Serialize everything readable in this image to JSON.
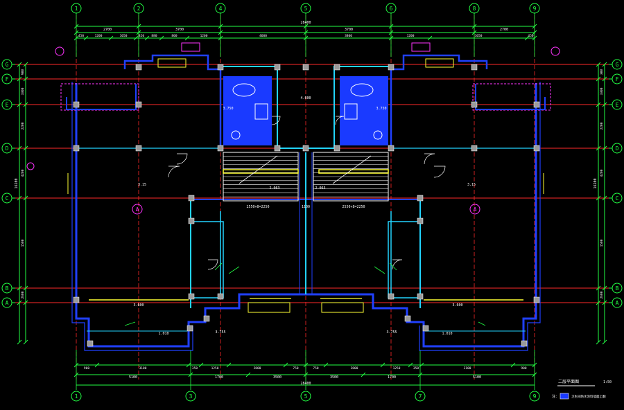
{
  "colors": {
    "background": "#000000",
    "axis_red": "#ff2a2a",
    "dim_green": "#22ff44",
    "wall_blue": "#2040ff",
    "wall_cyan": "#22d4ff",
    "white": "#ffffff",
    "yellow": "#ffff33",
    "magenta": "#ff33ff",
    "gray_column": "#9a9a9a",
    "bath_fill": "#1a3aff"
  },
  "grid": {
    "top_labels": [
      "1",
      "2",
      "4",
      "5",
      "6",
      "8",
      "9"
    ],
    "bottom_labels": [
      "1",
      "3",
      "5",
      "7",
      "9"
    ],
    "left_labels": [
      "G",
      "F",
      "E",
      "D",
      "C",
      "B",
      "A"
    ],
    "right_labels": [
      "G",
      "F",
      "E",
      "D",
      "C",
      "B",
      "A"
    ]
  },
  "dimensions": {
    "top_overall": "28400",
    "top_row1": [
      "2700",
      "3700",
      "3700",
      "2700"
    ],
    "top_row2": [
      "450",
      "1200",
      "1050",
      "820",
      "880",
      "800",
      "1200",
      "4600",
      "3800",
      "1200",
      "1050",
      "450"
    ],
    "bottom_row1": [
      "900",
      "3100",
      "350",
      "1250",
      "2800",
      "750",
      "750",
      "2800",
      "1250",
      "350",
      "3100",
      "900"
    ],
    "bottom_row2": [
      "5100",
      "1700",
      "3500",
      "3500",
      "1700",
      "5100"
    ],
    "bottom_overall": "28400",
    "left_segments": [
      "900",
      "3300",
      "2200",
      "4200",
      "1500",
      "2600"
    ],
    "left_overall": "16200",
    "right_segments": [
      "300",
      "3300",
      "2200",
      "4200",
      "1500",
      "2600"
    ],
    "right_overall": "16200"
  },
  "room_marks": {
    "left_room": "A",
    "right_room": "A",
    "elev_left": "3.15",
    "elev_right": "3.15",
    "elev_bath_l": "3.750",
    "elev_bath_r": "3.750",
    "stair_l": "2.063",
    "stair_r": "2.063",
    "balcony_l": "3.600",
    "balcony_r": "3.600",
    "terrace_l": "1.010",
    "terrace_r": "1.010",
    "landing": "4.600",
    "mid_dim_l": "2550×8=2250",
    "mid_dim_r": "2550×8=2250",
    "mid_gap": "1100",
    "low_l": "3.755",
    "low_r": "3.755"
  },
  "legend": {
    "title": "二层平面图",
    "scale": "1:50",
    "note_label": "注：",
    "note_text": "卫生间防水涂料墙面上翻"
  }
}
